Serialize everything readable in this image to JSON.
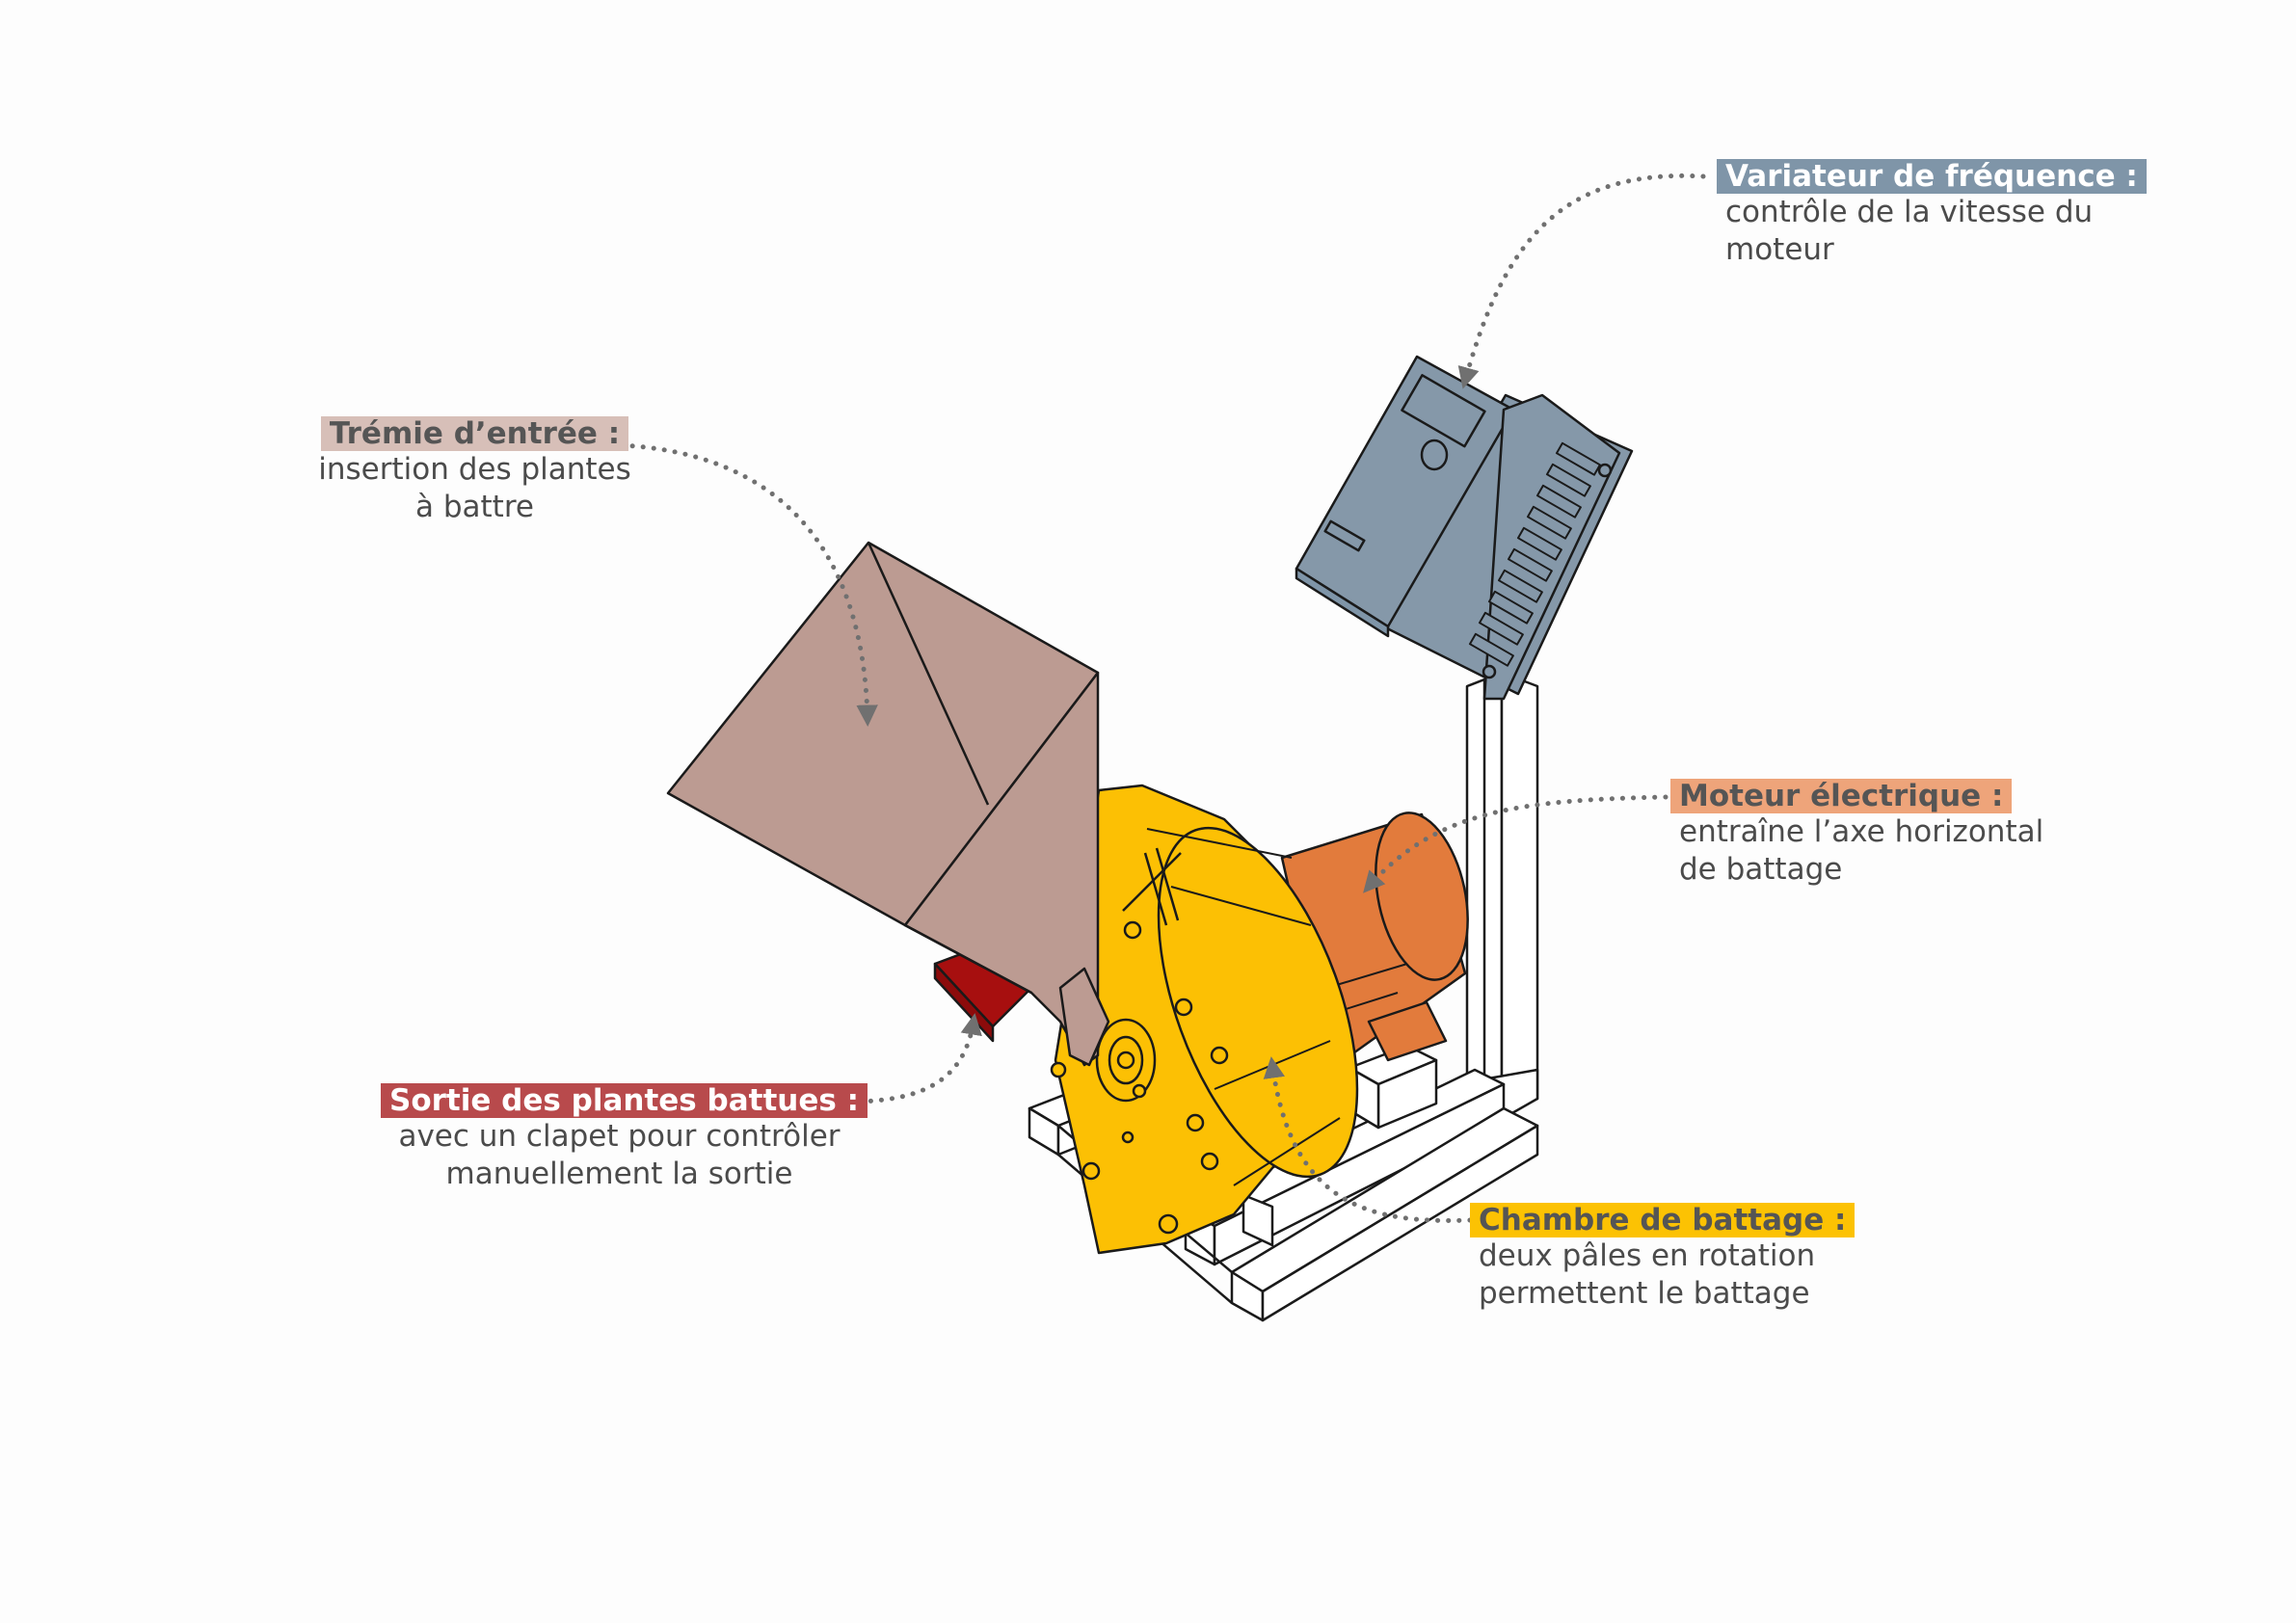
{
  "colors": {
    "hopper": "#bc9b92",
    "hopper_label": "#d7bfb8",
    "inverter": "#8598a9",
    "inverter_label": "#7f95a8",
    "motor": "#e27b3c",
    "motor_label": "#eea47a",
    "chamber": "#fcc004",
    "chamber_label": "#fcc203",
    "outlet": "#a70f0f",
    "outlet_label": "#b84a4c",
    "frame": "#ffffff",
    "stroke": "#1a1a1a",
    "pointer": "#707070"
  },
  "labels": {
    "inverter": {
      "title": "Variateur de fréquence :",
      "line1": "contrôle de la vitesse du",
      "line2": "moteur"
    },
    "hopper": {
      "title": "Trémie d’entrée :",
      "line1": "insertion des plantes",
      "line2": "à battre"
    },
    "motor": {
      "title": "Moteur électrique :",
      "line1": "entraîne l’axe horizontal",
      "line2": "de battage"
    },
    "outlet": {
      "title": "Sortie des plantes battues :",
      "line1": "avec un clapet pour contrôler",
      "line2": "manuellement la sortie"
    },
    "chamber": {
      "title": "Chambre de battage :",
      "line1": "deux pâles en rotation",
      "line2": "permettent le battage"
    }
  }
}
